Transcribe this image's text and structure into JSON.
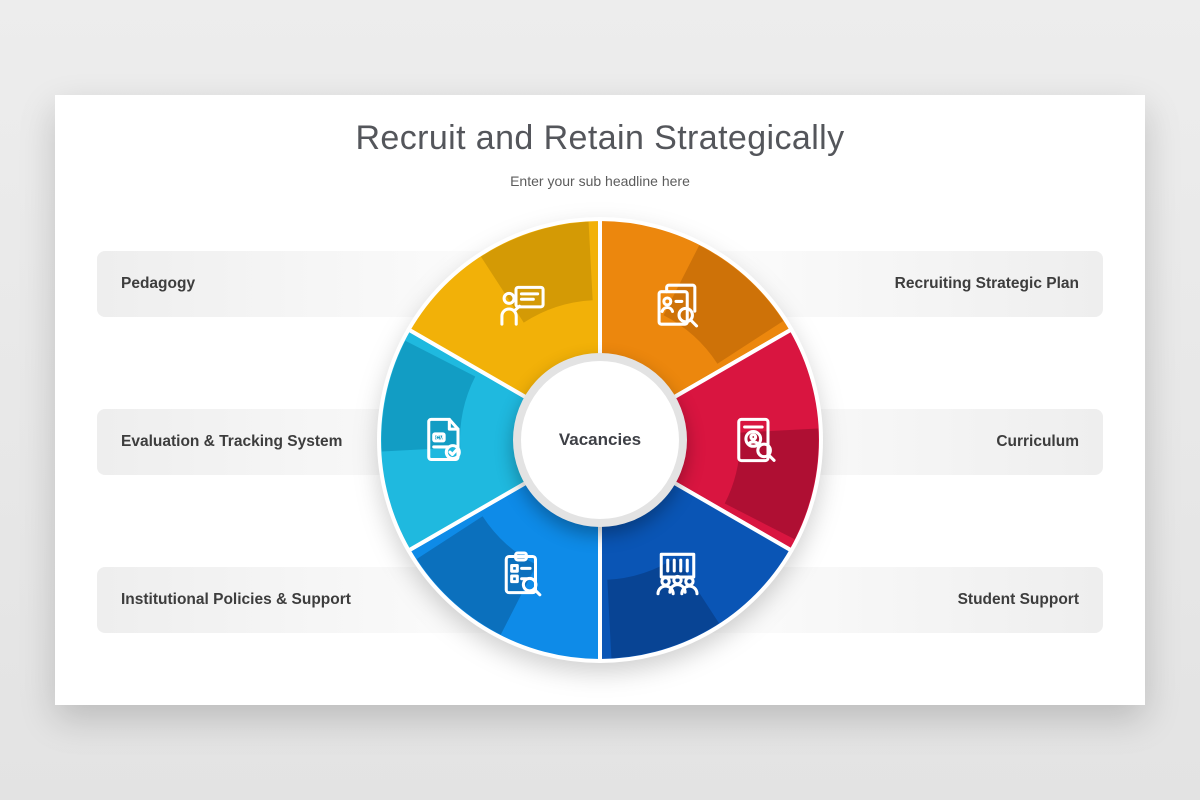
{
  "slide": {
    "title": "Recruit and Retain Strategically",
    "subtitle": "Enter your sub headline here",
    "center_label": "Vacancies",
    "background_color": "#e9e9e9",
    "card_color": "#ffffff"
  },
  "wheel": {
    "segments": [
      {
        "label": "Recruiting Strategic Plan",
        "side": "right",
        "row": 1,
        "color": "#EC870D",
        "shade": "#CE7208",
        "icon": "recruiting-documents-icon"
      },
      {
        "label": "Curriculum",
        "side": "right",
        "row": 2,
        "color": "#D91540",
        "shade": "#AF0F33",
        "icon": "curriculum-document-icon"
      },
      {
        "label": "Student Support",
        "side": "right",
        "row": 3,
        "color": "#0A55B5",
        "shade": "#084494",
        "icon": "student-group-icon"
      },
      {
        "label": "Institutional Policies & Support",
        "side": "left",
        "row": 3,
        "color": "#0E8BE8",
        "shade": "#0B70BD",
        "icon": "policies-clipboard-icon"
      },
      {
        "label": "Evaluation & Tracking System",
        "side": "left",
        "row": 2,
        "color": "#1FB9DF",
        "shade": "#129DC4",
        "icon": "cv-check-icon"
      },
      {
        "label": "Pedagogy",
        "side": "left",
        "row": 1,
        "color": "#F2B108",
        "shade": "#D49A05",
        "icon": "pedagogy-presenter-icon"
      }
    ]
  }
}
